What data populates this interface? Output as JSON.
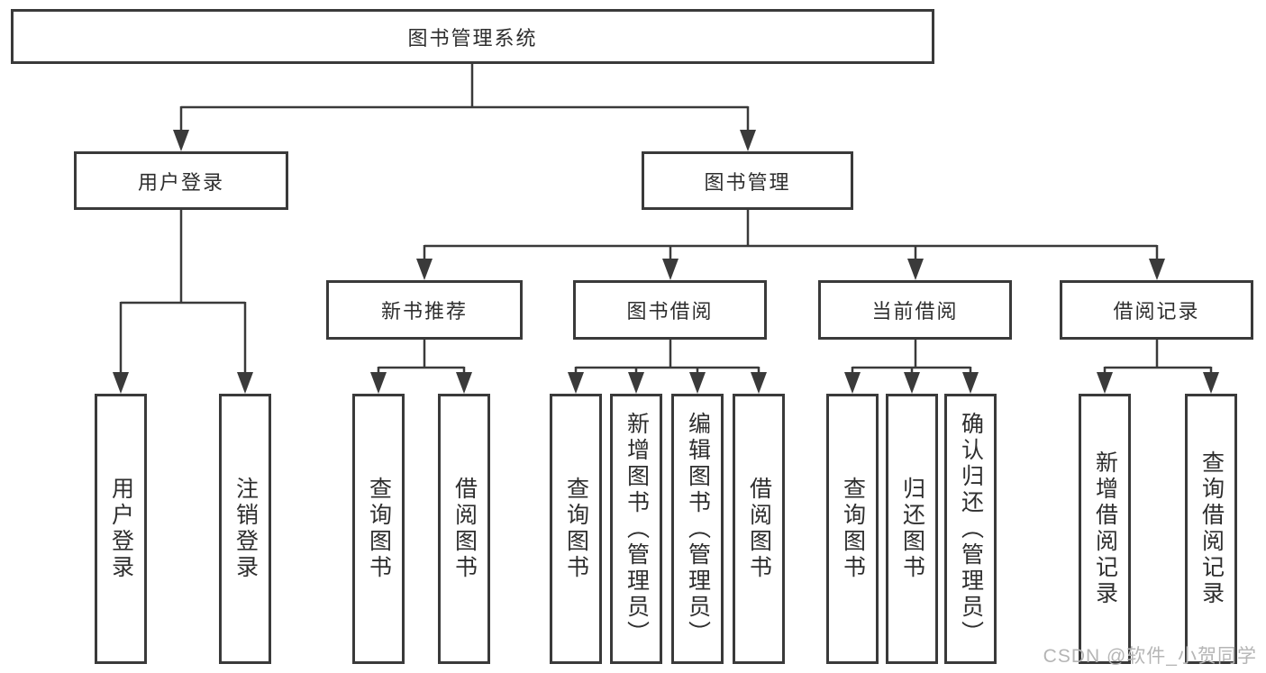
{
  "diagram": {
    "root": {
      "label": "图书管理系统"
    },
    "branches": [
      {
        "label": "用户登录",
        "children": [
          {
            "label": "用户登录"
          },
          {
            "label": "注销登录"
          }
        ]
      },
      {
        "label": "图书管理",
        "children": [
          {
            "label": "新书推荐",
            "children": [
              {
                "label": "查询图书"
              },
              {
                "label": "借阅图书"
              }
            ]
          },
          {
            "label": "图书借阅",
            "children": [
              {
                "label": "查询图书"
              },
              {
                "label": "新增图书（管理员）"
              },
              {
                "label": "编辑图书（管理员）"
              },
              {
                "label": "借阅图书"
              }
            ]
          },
          {
            "label": "当前借阅",
            "children": [
              {
                "label": "查询图书"
              },
              {
                "label": "归还图书"
              },
              {
                "label": "确认归还（管理员）"
              }
            ]
          },
          {
            "label": "借阅记录",
            "children": [
              {
                "label": "新增借阅记录"
              },
              {
                "label": "查询借阅记录"
              }
            ]
          }
        ]
      }
    ]
  },
  "watermark": {
    "text": "CSDN @软件_小贺同学"
  },
  "colors": {
    "line": "#3a3a3a",
    "text": "#2e2e2e",
    "watermark": "#b5b5b5"
  }
}
